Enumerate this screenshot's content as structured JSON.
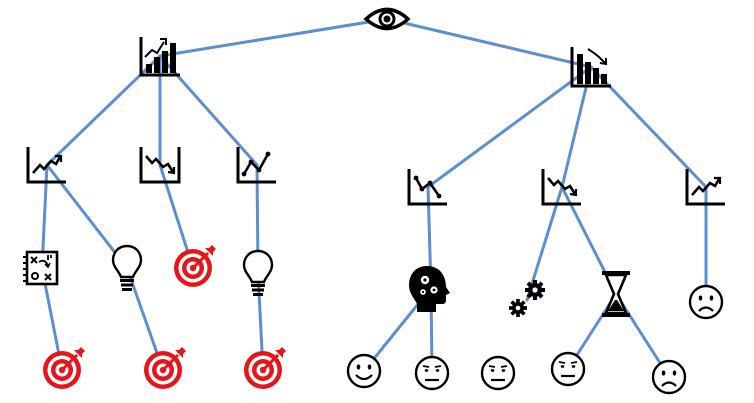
{
  "colors": {
    "edge": "#5b8fd1",
    "icon": "#000000",
    "target": "#e8141b",
    "background": "#ffffff"
  },
  "nodes": [
    {
      "id": "root",
      "icon": "eye-icon"
    },
    {
      "id": "up",
      "icon": "bar-chart-up-icon"
    },
    {
      "id": "down",
      "icon": "bar-chart-down-icon"
    },
    {
      "id": "l1",
      "icon": "line-chart-rising-icon"
    },
    {
      "id": "l2",
      "icon": "line-chart-falling-icon"
    },
    {
      "id": "l3",
      "icon": "line-chart-zigzag-up-icon"
    },
    {
      "id": "r1",
      "icon": "line-chart-zigzag-down-icon"
    },
    {
      "id": "r2",
      "icon": "line-chart-falling-icon"
    },
    {
      "id": "r3",
      "icon": "line-chart-rising-icon"
    },
    {
      "id": "plan",
      "icon": "strategy-board-icon"
    },
    {
      "id": "bulb1",
      "icon": "lightbulb-icon"
    },
    {
      "id": "tgt_mid",
      "icon": "target-icon"
    },
    {
      "id": "bulb2",
      "icon": "lightbulb-icon"
    },
    {
      "id": "head",
      "icon": "head-gears-icon"
    },
    {
      "id": "gears",
      "icon": "gears-icon"
    },
    {
      "id": "hourglass",
      "icon": "hourglass-icon"
    },
    {
      "id": "sad_r3",
      "icon": "sad-face-icon"
    },
    {
      "id": "tgt_a",
      "icon": "target-icon"
    },
    {
      "id": "tgt_b",
      "icon": "target-icon"
    },
    {
      "id": "tgt_c",
      "icon": "target-icon"
    },
    {
      "id": "smile",
      "icon": "smiley-face-icon"
    },
    {
      "id": "neutral_a",
      "icon": "neutral-face-icon"
    },
    {
      "id": "neutral_b",
      "icon": "neutral-face-icon"
    },
    {
      "id": "neutral_c",
      "icon": "neutral-face-icon"
    },
    {
      "id": "sad_b",
      "icon": "sad-face-icon"
    }
  ],
  "edges": [
    [
      "root",
      "up"
    ],
    [
      "root",
      "down"
    ],
    [
      "up",
      "l1"
    ],
    [
      "up",
      "l2"
    ],
    [
      "up",
      "l3"
    ],
    [
      "down",
      "r1"
    ],
    [
      "down",
      "r2"
    ],
    [
      "down",
      "r3"
    ],
    [
      "l1",
      "plan"
    ],
    [
      "l1",
      "bulb1"
    ],
    [
      "l2",
      "tgt_mid"
    ],
    [
      "l3",
      "bulb2"
    ],
    [
      "plan",
      "tgt_a"
    ],
    [
      "bulb1",
      "tgt_b"
    ],
    [
      "bulb2",
      "tgt_c"
    ],
    [
      "r1",
      "head"
    ],
    [
      "r2",
      "gears"
    ],
    [
      "r2",
      "hourglass"
    ],
    [
      "r3",
      "sad_r3"
    ],
    [
      "head",
      "smile"
    ],
    [
      "head",
      "neutral_a"
    ],
    [
      "hourglass",
      "neutral_c"
    ],
    [
      "hourglass",
      "sad_b"
    ]
  ]
}
